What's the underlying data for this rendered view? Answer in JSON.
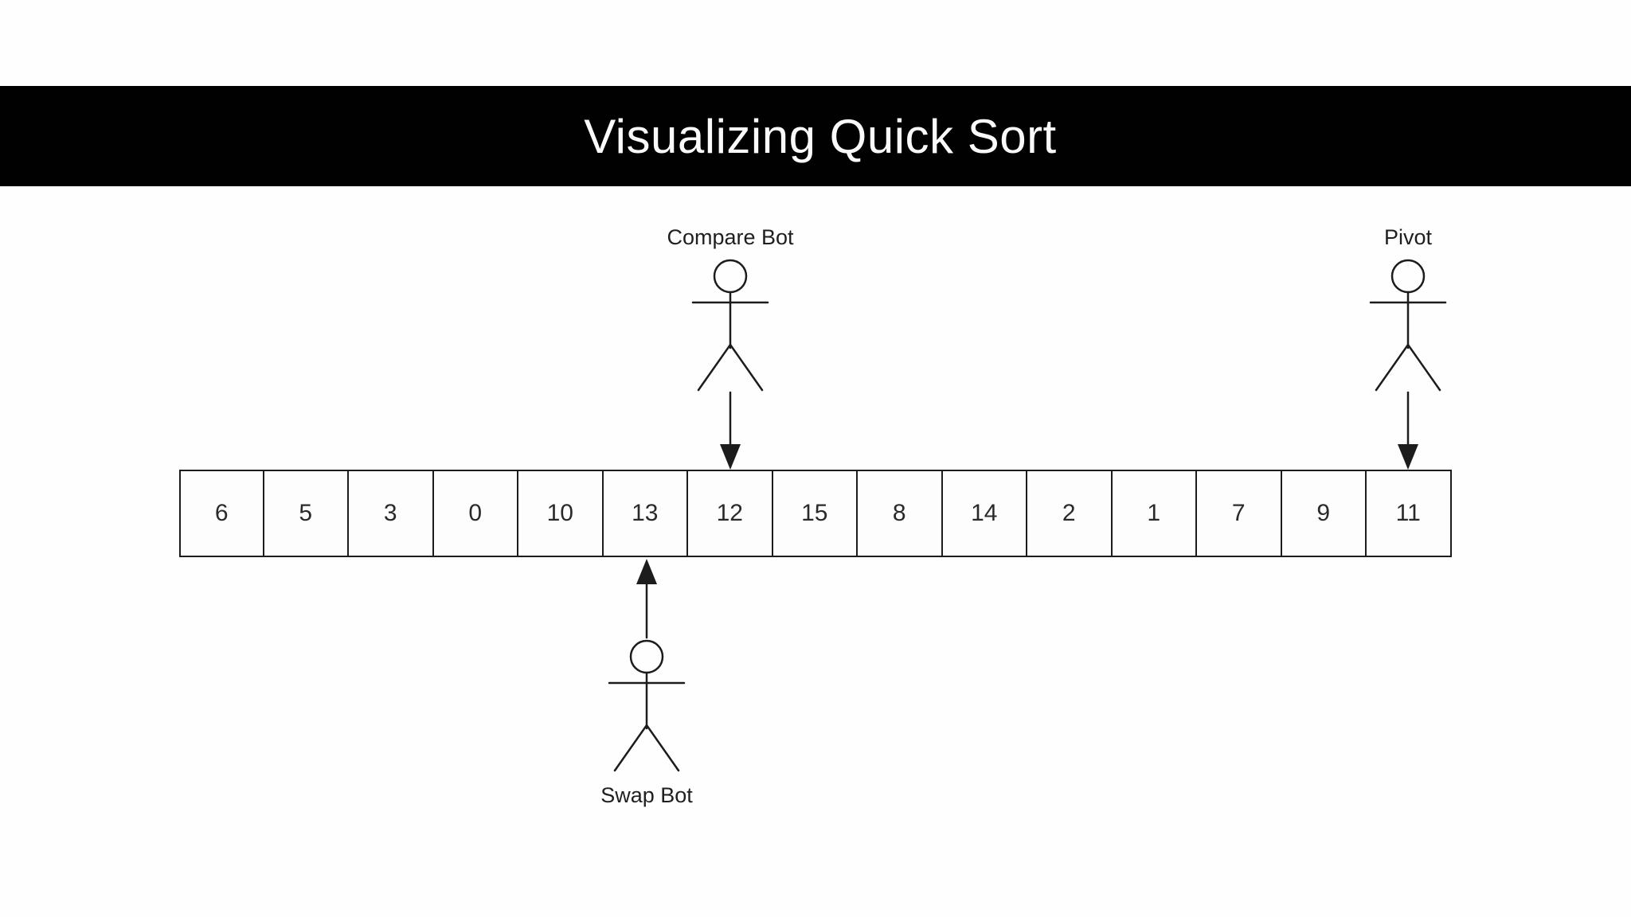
{
  "banner": {
    "title": "Visualizing Quick Sort"
  },
  "diagram": {
    "array": {
      "cells": [
        "6",
        "5",
        "3",
        "0",
        "10",
        "13",
        "12",
        "15",
        "8",
        "14",
        "2",
        "1",
        "7",
        "9",
        "11"
      ]
    },
    "actors": [
      {
        "id": "compare-bot",
        "label": "Compare Bot",
        "position": "above-array",
        "arrow_direction": "down",
        "points_to_value": "12"
      },
      {
        "id": "pivot",
        "label": "Pivot",
        "position": "above-array",
        "arrow_direction": "down",
        "points_to_value": "11"
      },
      {
        "id": "swap-bot",
        "label": "Swap Bot",
        "position": "below-array",
        "arrow_direction": "up",
        "points_to_value": "13"
      }
    ]
  },
  "colors": {
    "page_bg": "#fefefe",
    "banner_bg": "#010101",
    "banner_text": "#fafafa",
    "diagram_stroke": "#1c1c1c",
    "cell_bg": "#fdfdfd"
  }
}
